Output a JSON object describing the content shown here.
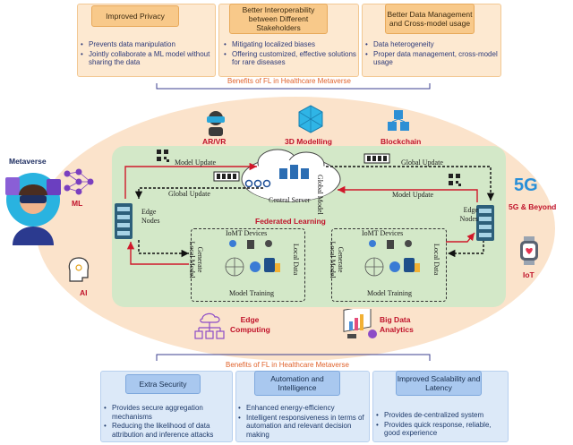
{
  "top_benefits": {
    "caption": "Benefits of FL in Healthcare Metaverse",
    "cards": [
      {
        "title": "Improved Privacy",
        "bullets": [
          "Prevents data manipulation",
          "Jointly collaborate a ML model without sharing the data"
        ]
      },
      {
        "title": "Better Interoperability between Different Stakeholders",
        "bullets": [
          "Mitigating localized biases",
          "Offering customized, effective solutions for rare diseases"
        ]
      },
      {
        "title": "Better Data Management and Cross-model usage",
        "bullets": [
          "Data heterogeneity",
          "Proper data management, cross-model usage"
        ]
      }
    ]
  },
  "bottom_benefits": {
    "caption": "Benefits of FL in Healthcare Metaverse",
    "cards": [
      {
        "title": "Extra Security",
        "bullets": [
          "Provides secure aggregation mechanisms",
          "Reducing the likelihood of data attribution and inference attacks"
        ]
      },
      {
        "title": "Automation and Intelligence",
        "bullets": [
          "Enhanced energy-efficiency",
          "Intelligent responsiveness in terms of automation and relevant decision making"
        ]
      },
      {
        "title": "Improved Scalability and Latency",
        "bullets": [
          "Provides de-centralized system",
          "Provides quick response, reliable, good experience"
        ]
      }
    ]
  },
  "technologies": {
    "metaverse": "Metaverse",
    "ml": "ML",
    "ai": "AI",
    "arvr": "AR/VR",
    "modelling": "3D Modelling",
    "blockchain": "Blockchain",
    "fiveg_logo": "5G",
    "fiveg": "5G & Beyond",
    "iot": "IoT",
    "edge_computing": "Edge Computing",
    "big_data": "Big Data Analytics"
  },
  "fl": {
    "title": "Federated Learning",
    "central_server": "Central Server",
    "global_model": "Global Model",
    "model_update_left": "Model Update",
    "global_update_top": "Global Update",
    "global_update_left": "Global Update",
    "model_update_right": "Model Update",
    "edge_nodes_left": "Edge Nodes",
    "edge_nodes_right": "Edge Nodes",
    "iomt_left": "IoMT Devices",
    "iomt_right": "IoMT Devices",
    "gen_local_left": "Generate Local Model",
    "gen_local_right": "Generate Local Model",
    "local_data_left": "Local Data",
    "local_data_right": "Local Data",
    "training_left": "Model Training",
    "training_right": "Model Training"
  },
  "colors": {
    "ellipse": "#fbe3cb",
    "fl_panel": "#d3e8c8",
    "accent_red": "#c0122a",
    "caption": "#e0632c"
  }
}
